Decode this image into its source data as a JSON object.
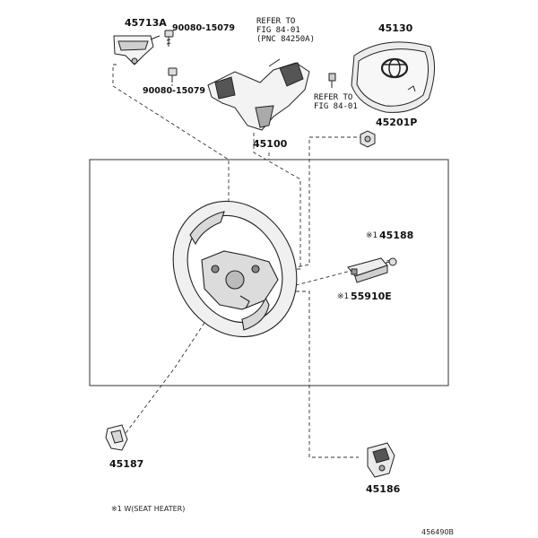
{
  "parts": {
    "p45713A": "45713A",
    "p90080_top": "90080-15079",
    "p90080_bottom": "90080-15079",
    "p45130": "45130",
    "p45201P": "45201P",
    "p45100": "45100",
    "p45188": "45188",
    "p55910E": "55910E",
    "p45187": "45187",
    "p45186": "45186"
  },
  "markers": {
    "m45188": "※1",
    "m55910E": "※1"
  },
  "refs": {
    "ref_top": "REFER TO\nFIG 84-01\n(PNC 84250A)",
    "ref_mid": "REFER TO\nFIG 84-01"
  },
  "footnote": "※1 W(SEAT HEATER)",
  "diagram_code": "456490B",
  "colors": {
    "line": "#222222",
    "fill": "#f2f2f2",
    "shade": "#bdbdbd"
  }
}
